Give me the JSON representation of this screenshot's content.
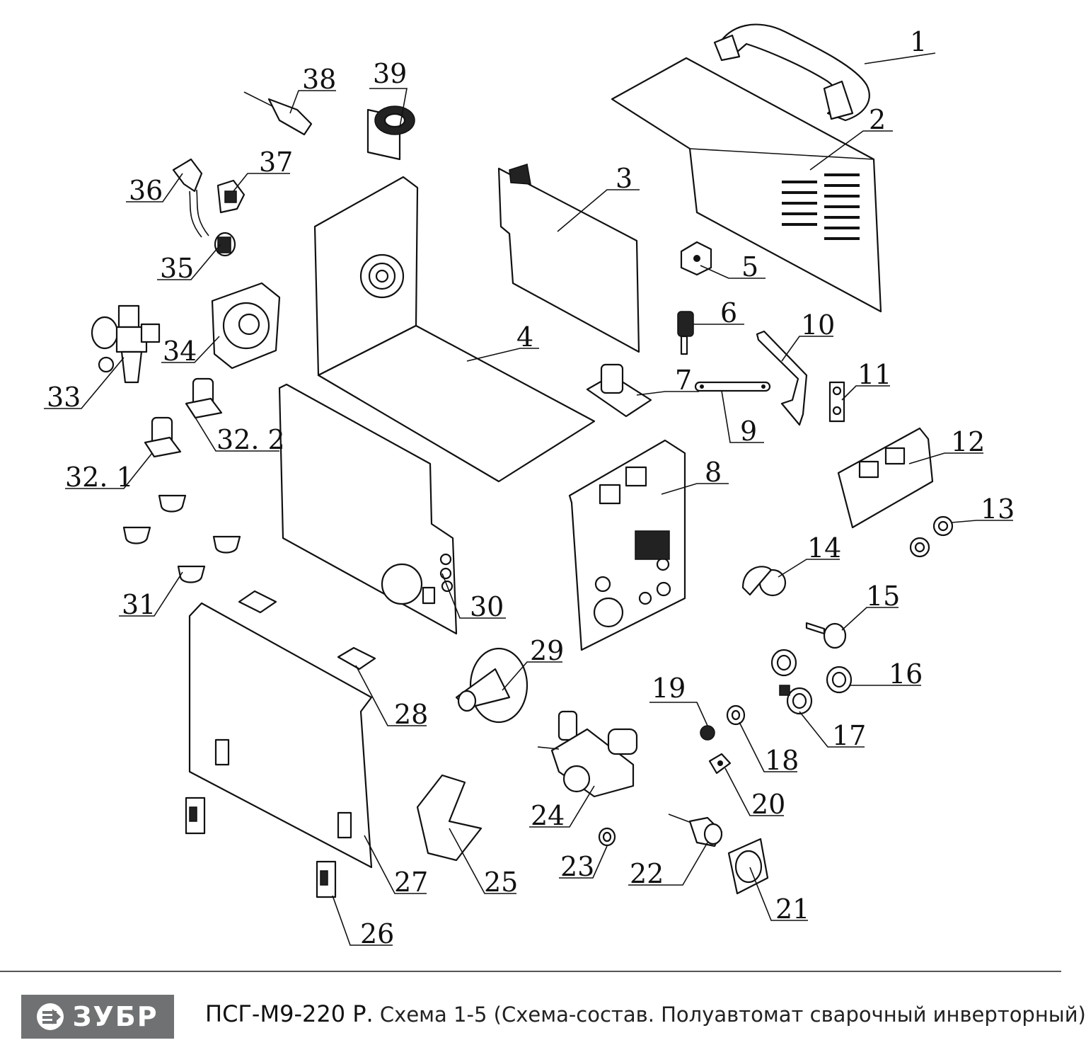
{
  "diagram": {
    "labels": [
      "1",
      "2",
      "3",
      "4",
      "5",
      "6",
      "7",
      "8",
      "9",
      "10",
      "11",
      "12",
      "13",
      "14",
      "15",
      "16",
      "17",
      "18",
      "19",
      "20",
      "21",
      "22",
      "23",
      "24",
      "25",
      "26",
      "27",
      "28",
      "29",
      "30",
      "31",
      "32. 1",
      "32. 2",
      "33",
      "34",
      "35",
      "36",
      "37",
      "38",
      "39"
    ]
  },
  "footer": {
    "logo_text": "ЗУБР",
    "model": "ПСГ-М9-220 Р.",
    "description": "Схема 1-5 (Схема-состав. Полуавтомат сварочный инверторный)"
  }
}
